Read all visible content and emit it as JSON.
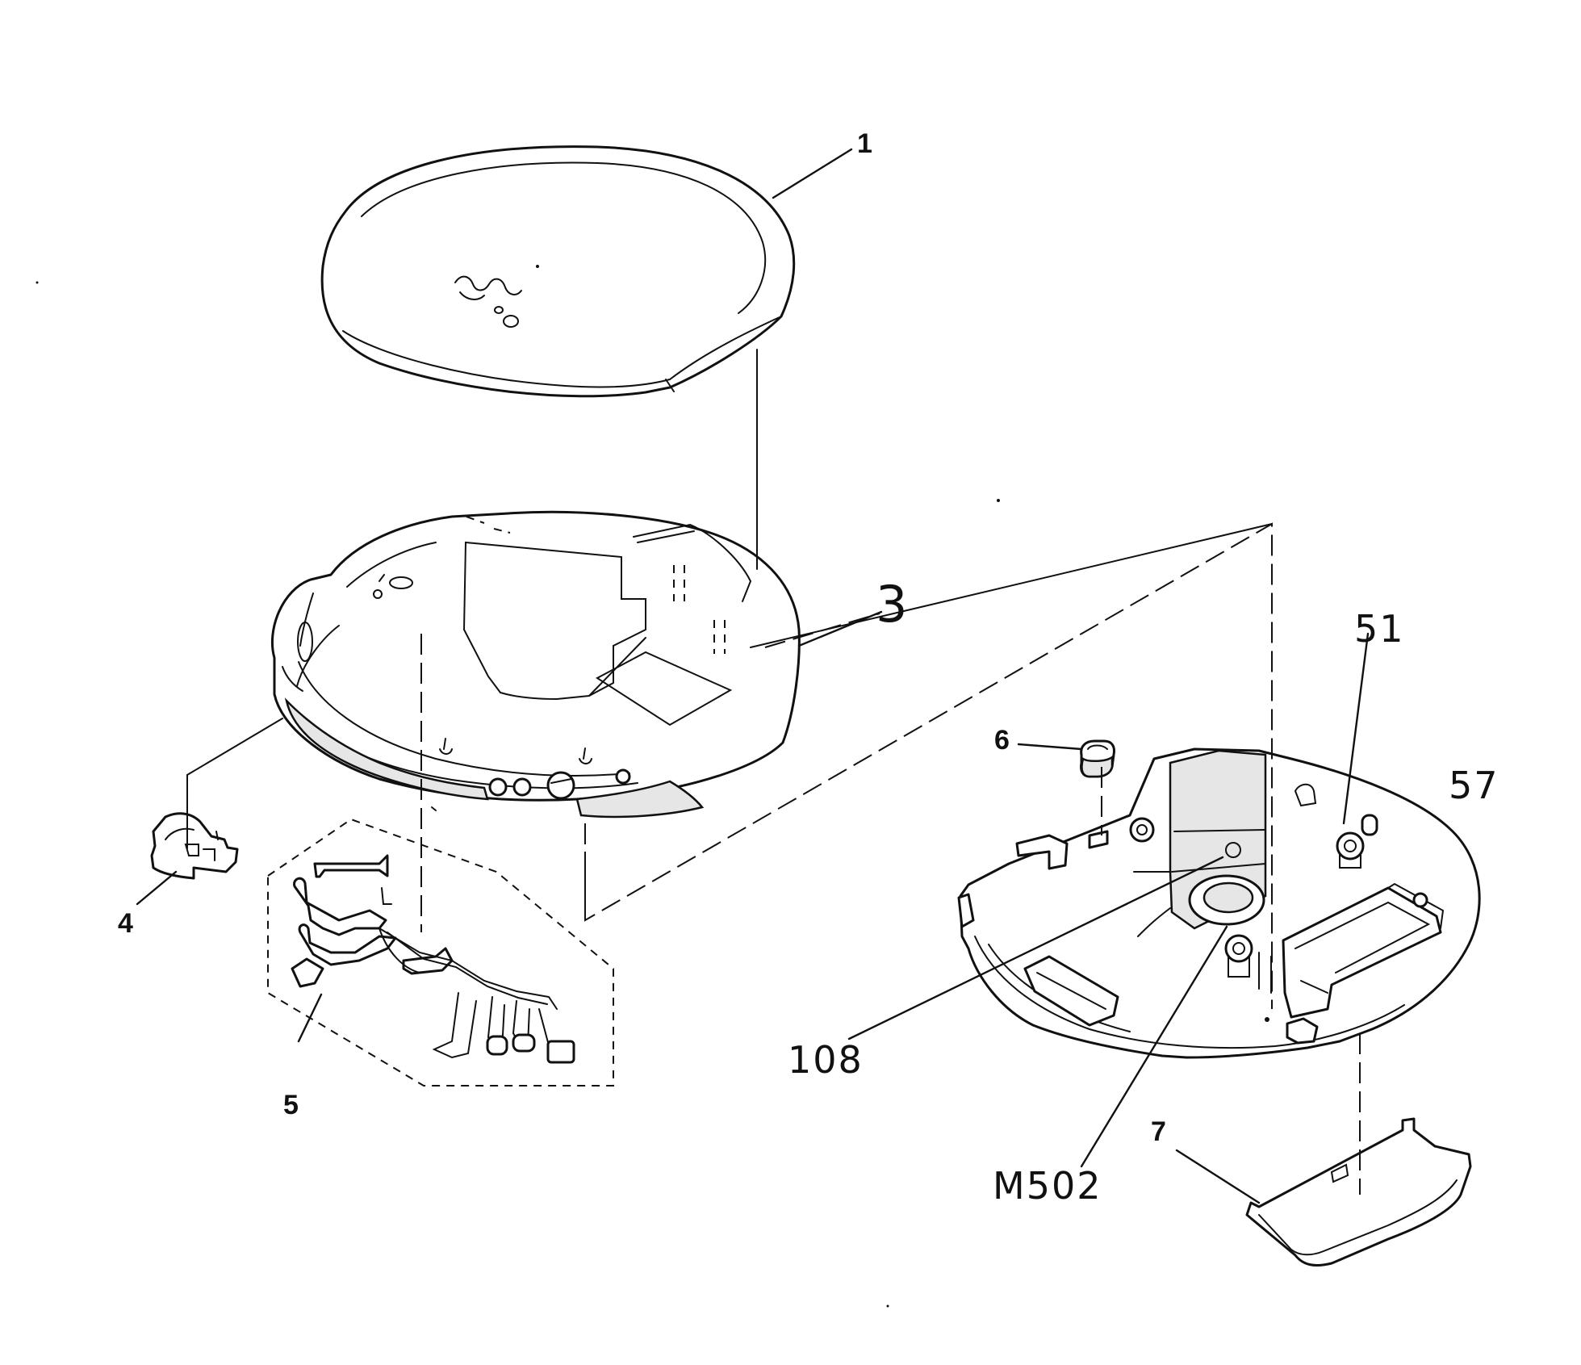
{
  "callouts": {
    "c1": "1",
    "c3": "3",
    "c4": "4",
    "c5": "5",
    "c6": "6",
    "c7": "7",
    "c51": "51",
    "c57": "57",
    "c108": "108",
    "cM502": "M502"
  }
}
